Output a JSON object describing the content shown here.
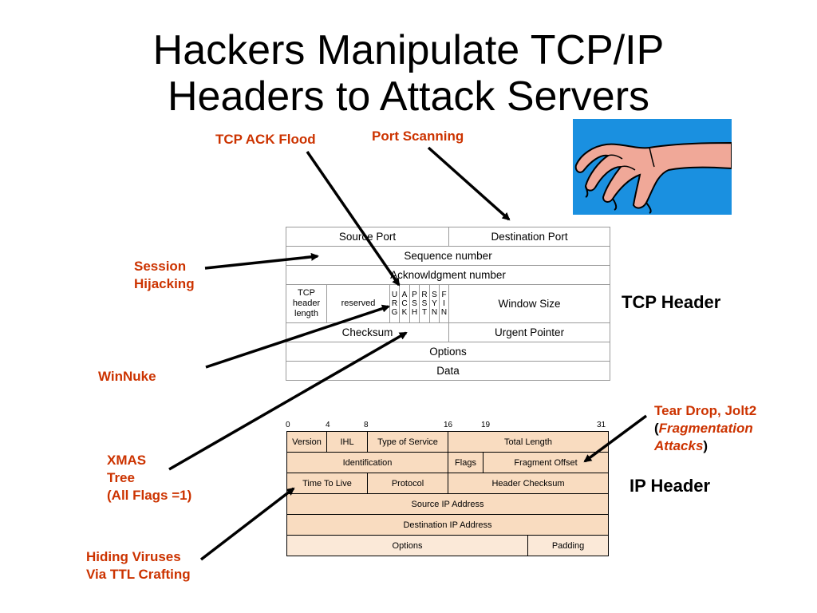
{
  "title": {
    "line1": "Hackers Manipulate TCP/IP",
    "line2": "Headers to Attack Servers"
  },
  "labels": {
    "tcp_ack_flood": "TCP ACK Flood",
    "port_scanning": "Port Scanning",
    "session_hijacking_1": "Session",
    "session_hijacking_2": "Hijacking",
    "winnuke": "WinNuke",
    "xmas_1": "XMAS",
    "xmas_2": "Tree",
    "xmas_3": "(All Flags =1)",
    "hiding_1": "Hiding Viruses",
    "hiding_2": "Via TTL Crafting",
    "teardrop_1": "Tear Drop, Jolt2",
    "teardrop_2_open": "(",
    "teardrop_2_it": "Fragmentation",
    "teardrop_3_it": "Attacks",
    "teardrop_3_close": ")",
    "tcp_header": "TCP Header",
    "ip_header": "IP Header"
  },
  "tcp": {
    "source_port": "Source Port",
    "destination_port": "Destination Port",
    "sequence_number": "Sequence number",
    "ack_number": "Acknowldgment number",
    "header_length_1": "TCP",
    "header_length_2": "header",
    "header_length_3": "length",
    "reserved": "reserved",
    "flags": [
      [
        "U",
        "R",
        "G"
      ],
      [
        "A",
        "C",
        "K"
      ],
      [
        "P",
        "S",
        "H"
      ],
      [
        "R",
        "S",
        "T"
      ],
      [
        "S",
        "Y",
        "N"
      ],
      [
        "F",
        "I",
        "N"
      ]
    ],
    "window_size": "Window Size",
    "checksum": "Checksum",
    "urgent_pointer": "Urgent Pointer",
    "options": "Options",
    "data": "Data"
  },
  "ip": {
    "scale": [
      "0",
      "4",
      "8",
      "16",
      "19",
      "31"
    ],
    "version": "Version",
    "ihl": "IHL",
    "type_of_service": "Type of Service",
    "total_length": "Total Length",
    "identification": "Identification",
    "flags": "Flags",
    "fragment_offset": "Fragment Offset",
    "ttl": "Time To Live",
    "protocol": "Protocol",
    "header_checksum": "Header Checksum",
    "source_ip": "Source IP Address",
    "destination_ip": "Destination IP Address",
    "options": "Options",
    "padding": "Padding"
  },
  "colors": {
    "label_red": "#cc3300",
    "ip_fill": "#f9dcc0",
    "hand_bg": "#1a90e0",
    "skin": "#f0a898"
  }
}
